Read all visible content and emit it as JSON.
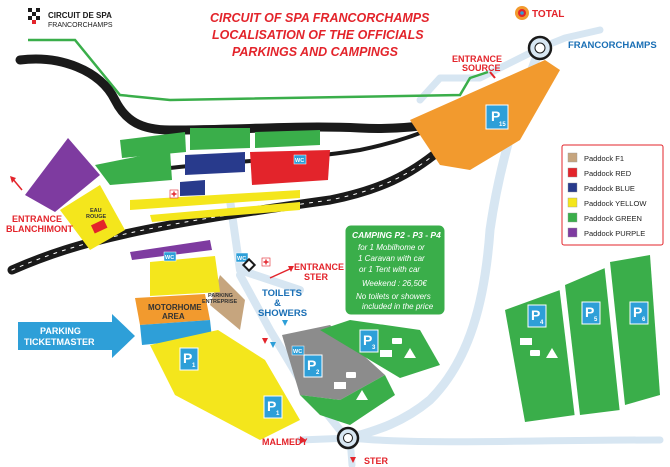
{
  "header": {
    "logo_line1": "CIRCUIT DE SPA",
    "logo_line2": "FRANCORCHAMPS",
    "title_lines": [
      "CIRCUIT OF SPA FRANCORCHAMPS",
      "LOCALISATION OF THE OFFICIALS",
      "PARKINGS AND CAMPINGS"
    ],
    "sponsor": "TOTAL"
  },
  "labels": {
    "francorchamps": "FRANCORCHAMPS",
    "entrance_source_1": "ENTRANCE",
    "entrance_source_2": "SOURCE",
    "entrance_blanchimont_1": "ENTRANCE",
    "entrance_blanchimont_2": "BLANCHIMONT",
    "entrance_ster_1": "ENTRANCE",
    "entrance_ster_2": "STER",
    "toilets_1": "TOILETS",
    "toilets_2": "&",
    "toilets_3": "SHOWERS",
    "parking_ticketmaster_1": "PARKING",
    "parking_ticketmaster_2": "TICKETMASTER",
    "motorhome_1": "MOTORHOME",
    "motorhome_2": "AREA",
    "parking_entreprise_1": "PARKING",
    "parking_entreprise_2": "ENTREPRISE",
    "eau_rouge_1": "EAU",
    "eau_rouge_2": "ROUGE",
    "malmedy": "MALMEDY",
    "ster": "STER",
    "wc": "WC"
  },
  "parkings": [
    {
      "letter": "P",
      "number": "15"
    },
    {
      "letter": "P",
      "number": "1"
    },
    {
      "letter": "P",
      "number": "1"
    },
    {
      "letter": "P",
      "number": "2"
    },
    {
      "letter": "P",
      "number": "3"
    },
    {
      "letter": "P",
      "number": "4"
    },
    {
      "letter": "P",
      "number": "5"
    },
    {
      "letter": "P",
      "number": "6"
    }
  ],
  "legend": [
    {
      "label": "Paddock F1",
      "color": "#c6a57e"
    },
    {
      "label": "Paddock RED",
      "color": "#e3242b"
    },
    {
      "label": "Paddock BLUE",
      "color": "#283a8c"
    },
    {
      "label": "Paddock YELLOW",
      "color": "#f4e61c"
    },
    {
      "label": "Paddock GREEN",
      "color": "#3aae4a"
    },
    {
      "label": "Paddock PURPLE",
      "color": "#7e3ba0"
    }
  ],
  "camping": {
    "title": "CAMPING P2 - P3 - P4",
    "lines": [
      "for 1 Mobilhome or",
      "1 Caravan with car",
      "or 1 Tent with car"
    ],
    "price": "Weekend : 26,50€",
    "note_lines": [
      "No toilets or showers",
      "included in the price"
    ]
  },
  "colors": {
    "green": "#3aae4a",
    "yellow": "#f4e61c",
    "orange": "#f29a2e",
    "red": "#e3242b",
    "blue": "#283a8c",
    "purple": "#7e3ba0",
    "f1": "#c6a57e",
    "grey": "#8c8c8c",
    "light_blue": "#2e9fd8",
    "road": "#d7e6f2",
    "track": "#1a1a1a"
  }
}
